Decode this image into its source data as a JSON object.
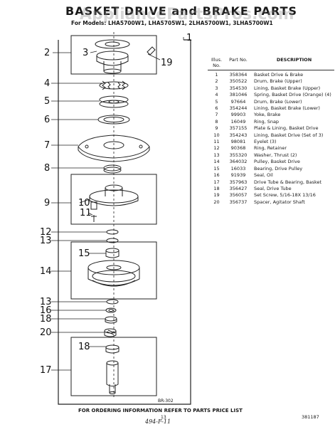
{
  "header": {
    "title": "BASKET DRIVE and BRAKE PARTS",
    "models": "For Models: LHA5700W1, LHA5705W1, 2LHA5700W1, 3LHA5700W1",
    "watermark": "AppliancePartsPros.com"
  },
  "diagram": {
    "callouts": [
      "1",
      "2",
      "3",
      "19",
      "4",
      "5",
      "6",
      "7",
      "8",
      "9",
      "10",
      "11",
      "12",
      "13",
      "15",
      "14",
      "13",
      "16",
      "18",
      "20",
      "18",
      "17"
    ],
    "plate_label": "BR-302"
  },
  "table": {
    "col_illus": "Illus. No.",
    "col_part": "Part No.",
    "col_desc": "DESCRIPTION",
    "rows": [
      {
        "illus": "1",
        "part": "358364",
        "desc": "Basket Drive & Brake"
      },
      {
        "illus": "2",
        "part": "350522",
        "desc": "Drum, Brake (Upper)"
      },
      {
        "illus": "3",
        "part": "354530",
        "desc": "Lining, Basket Brake (Upper)"
      },
      {
        "illus": "4",
        "part": "381046",
        "desc": "Spring, Basket Drive (Orange) (4)"
      },
      {
        "illus": "5",
        "part": "97664",
        "desc": "Drum, Brake (Lower)"
      },
      {
        "illus": "6",
        "part": "354244",
        "desc": "Lining, Basket Brake (Lower)"
      },
      {
        "illus": "7",
        "part": "99903",
        "desc": "Yoke, Brake"
      },
      {
        "illus": "8",
        "part": "16049",
        "desc": "Ring, Snap"
      },
      {
        "illus": "9",
        "part": "357155",
        "desc": "Plate & Lining, Basket Drive"
      },
      {
        "illus": "10",
        "part": "354243",
        "desc": "Lining, Basket Drive (Set of 3)"
      },
      {
        "illus": "11",
        "part": "98081",
        "desc": "Eyelet (3)"
      },
      {
        "illus": "12",
        "part": "90368",
        "desc": "Ring, Retainer"
      },
      {
        "illus": "13",
        "part": "355320",
        "desc": "Washer, Thrust (2)"
      },
      {
        "illus": "14",
        "part": "364032",
        "desc": "Pulley, Basket Drive"
      },
      {
        "illus": "15",
        "part": "16033",
        "desc": "Bearing, Drive Pulley"
      },
      {
        "illus": "16",
        "part": "91939",
        "desc": "Seal, Oil"
      },
      {
        "illus": "17",
        "part": "357963",
        "desc": "Drive Tube & Bearing, Basket"
      },
      {
        "illus": "18",
        "part": "356427",
        "desc": "Seal, Drive Tube"
      },
      {
        "illus": "19",
        "part": "356057",
        "desc": "Set Screw, 5/16-18X 13/16"
      },
      {
        "illus": "20",
        "part": "356737",
        "desc": "Spacer, Agitator Shaft"
      }
    ]
  },
  "footer": {
    "ordering": "FOR ORDERING INFORMATION REFER TO PARTS PRICE LIST",
    "page": "13",
    "handwritten": "494-F-11",
    "code": "381187"
  }
}
